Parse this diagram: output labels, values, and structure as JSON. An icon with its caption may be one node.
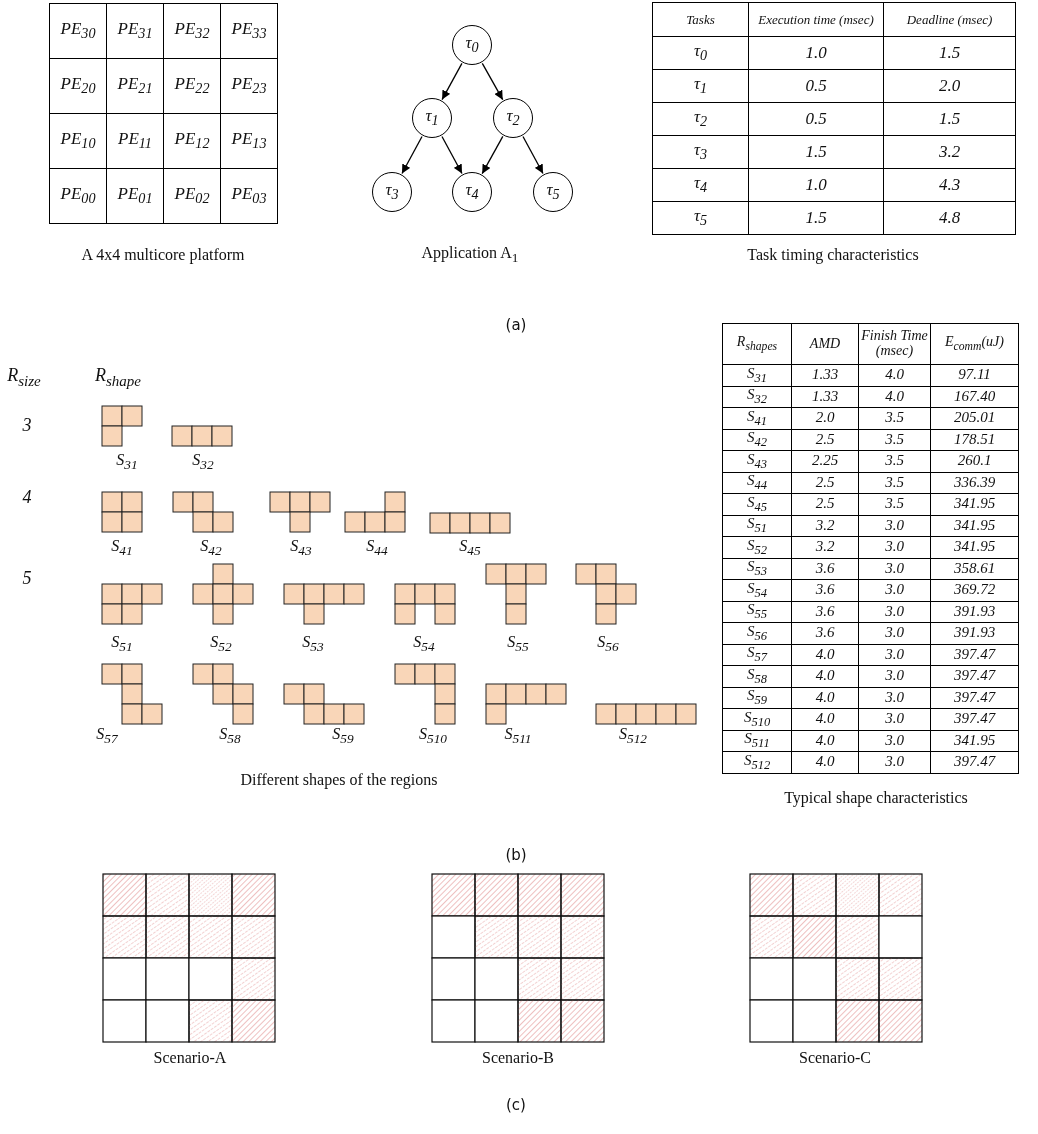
{
  "diagram": {
    "nodes": [
      {
        "text": [
          "τ$_{0}$"
        ]
      },
      {
        "text": [
          "τ$_{1}$"
        ]
      },
      {
        "text": [
          "τ$_{2}$"
        ]
      },
      {
        "text": [
          "τ$_{3}$"
        ]
      },
      {
        "text": [
          "τ$_{4}$"
        ]
      },
      {
        "text": [
          "τ$_{5}$"
        ]
      }
    ],
    "edges": [
      {
        "from": 0,
        "to": 1,
        "arrow": "to"
      },
      {
        "from": 0,
        "to": 2,
        "arrow": "to"
      },
      {
        "from": 1,
        "to": 3,
        "arrow": "to"
      },
      {
        "from": 1,
        "to": 4,
        "arrow": "to"
      },
      {
        "from": 2,
        "to": 4,
        "arrow": "to"
      },
      {
        "from": 2,
        "to": 5,
        "arrow": "to"
      }
    ],
    "labels": [
      "PE$_{30}$",
      "PE$_{31}$",
      "PE$_{32}$",
      "PE$_{33}$",
      "PE$_{20}$",
      "PE$_{21}$",
      "PE$_{22}$",
      "PE$_{23}$",
      "PE$_{10}$",
      "PE$_{11}$",
      "PE$_{12}$",
      "PE$_{13}$",
      "PE$_{00}$",
      "PE$_{01}$",
      "PE$_{02}$",
      "PE$_{03}$",
      "A 4x4 multicore platform",
      "Application A$_{1}$",
      "Tasks",
      "Execution time (msec)",
      "Deadline (msec)",
      "τ$_{0}$",
      "1.0",
      "1.5",
      "τ$_{1}$",
      "0.5",
      "2.0",
      "τ$_{2}$",
      "0.5",
      "1.5",
      "τ$_{3}$",
      "1.5",
      "3.2",
      "τ$_{4}$",
      "1.0",
      "4.3",
      "τ$_{5}$",
      "1.5",
      "4.8",
      "Task timing characteristics",
      "(a)",
      "R$_{size}$",
      "R$_{shape}$",
      "3",
      "S$_{31}$",
      "S$_{32}$",
      "4",
      "S$_{41}$",
      "S$_{42}$",
      "S$_{43}$",
      "S$_{44}$",
      "S$_{45}$",
      "5",
      "S$_{51}$",
      "S$_{52}$",
      "S$_{53}$",
      "S$_{54}$",
      "S$_{55}$",
      "S$_{56}$",
      "S$_{57}$",
      "S$_{58}$",
      "S$_{59}$",
      "S$_{510}$",
      "S$_{511}$",
      "S$_{512}$",
      "Different shapes of the regions",
      "R$_{shapes}$",
      "AMD",
      "Finish Time (msec)",
      "E$_{comm}$(uJ)",
      "S$_{31}$",
      "1.33",
      "4.0",
      "97.11",
      "S$_{32}$",
      "1.33",
      "4.0",
      "167.40",
      "S$_{41}$",
      "2.0",
      "3.5",
      "205.01",
      "S$_{42}$",
      "2.5",
      "3.5",
      "178.51",
      "S$_{43}$",
      "2.25",
      "3.5",
      "260.1",
      "S$_{44}$",
      "2.5",
      "3.5",
      "336.39",
      "S$_{45}$",
      "2.5",
      "3.5",
      "341.95",
      "S$_{51}$",
      "3.2",
      "3.0",
      "341.95",
      "S$_{52}$",
      "3.2",
      "3.0",
      "341.95",
      "S$_{53}$",
      "3.6",
      "3.0",
      "358.61",
      "S$_{54}$",
      "3.6",
      "3.0",
      "369.72",
      "S$_{55}$",
      "3.6",
      "3.0",
      "391.93",
      "S$_{56}$",
      "3.6",
      "3.0",
      "391.93",
      "S$_{57}$",
      "4.0",
      "3.0",
      "397.47",
      "S$_{58}$",
      "4.0",
      "3.0",
      "397.47",
      "S$_{59}$",
      "4.0",
      "3.0",
      "397.47",
      "S$_{510}$",
      "4.0",
      "3.0",
      "397.47",
      "S$_{511}$",
      "4.0",
      "3.0",
      "341.95",
      "S$_{512}$",
      "4.0",
      "3.0",
      "397.47",
      "Typical shape characteristics",
      "(b)",
      "Scenario-A",
      "Scenario-B",
      "Scenario-C",
      "(c)"
    ]
  }
}
